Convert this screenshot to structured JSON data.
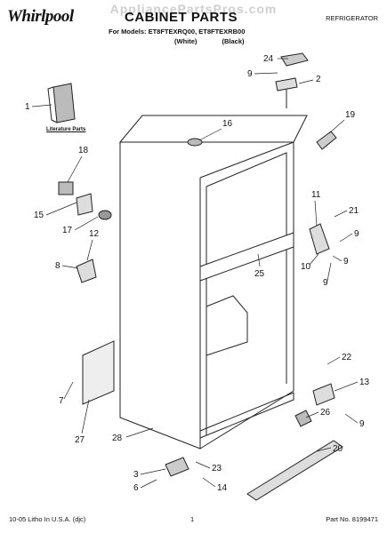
{
  "header": {
    "brand": "Whirlpool",
    "watermark": "AppliancePartsPros.com",
    "title": "CABINET PARTS",
    "doc_type": "REFRIGERATOR",
    "models_line": "For Models: ET8FTEXRQ00, ET8FTEXRB00",
    "variant_white": "(White)",
    "variant_black": "(Black)"
  },
  "literature_label": "Literature Parts",
  "callouts": [
    "1",
    "2",
    "3",
    "6",
    "7",
    "8",
    "9",
    "9",
    "9",
    "9",
    "10",
    "11",
    "12",
    "13",
    "14",
    "15",
    "16",
    "17",
    "18",
    "19",
    "20",
    "21",
    "22",
    "23",
    "24",
    "25",
    "26",
    "27",
    "28"
  ],
  "footer": {
    "left": "10-05 Litho In U.S.A. (djc)",
    "page": "1",
    "part_no": "Part No. 8199471"
  }
}
